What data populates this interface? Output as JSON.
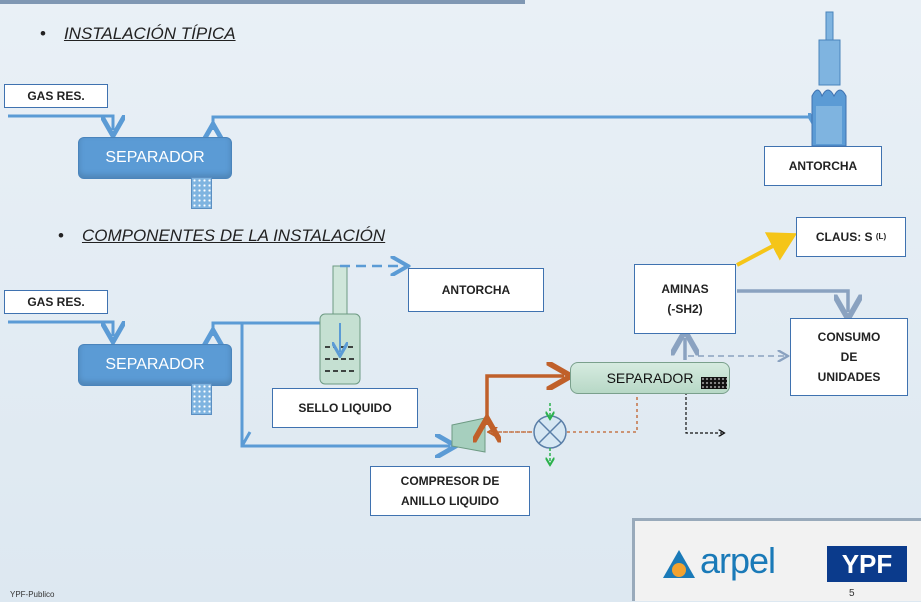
{
  "bullets": {
    "typical": "INSTALACIÓN TÍPICA",
    "components": "COMPONENTES DE LA INSTALACIÓN"
  },
  "top": {
    "gas_label": "GAS RES.",
    "separator_label": "SEPARADOR",
    "flare_label": "ANTORCHA"
  },
  "bottom": {
    "gas_label": "GAS RES.",
    "separator_label": "SEPARADOR",
    "flare_label": "ANTORCHA",
    "liquid_seal_label": "SELLO LIQUIDO",
    "compressor_label_1": "COMPRESOR DE",
    "compressor_label_2": "ANILLO LIQUIDO",
    "separator2_label": "SEPARADOR",
    "amines_label_1": "AMINAS",
    "amines_label_2": "(-SH2)",
    "claus_label": "CLAUS: S",
    "claus_sub": "(L)",
    "consumption_1": "CONSUMO",
    "consumption_2": "DE",
    "consumption_3": "UNIDADES"
  },
  "footer": {
    "classification": "YPF-Publico",
    "page_number": "5"
  },
  "logos": {
    "arpel": "arpel",
    "ypf": "YPF"
  },
  "colors": {
    "flow_blue": "#5b9bd5",
    "flow_brown": "#c0602a",
    "flow_yellow": "#f5c518",
    "flow_grey": "#8aa2c0",
    "flow_green": "#2bb24c"
  }
}
